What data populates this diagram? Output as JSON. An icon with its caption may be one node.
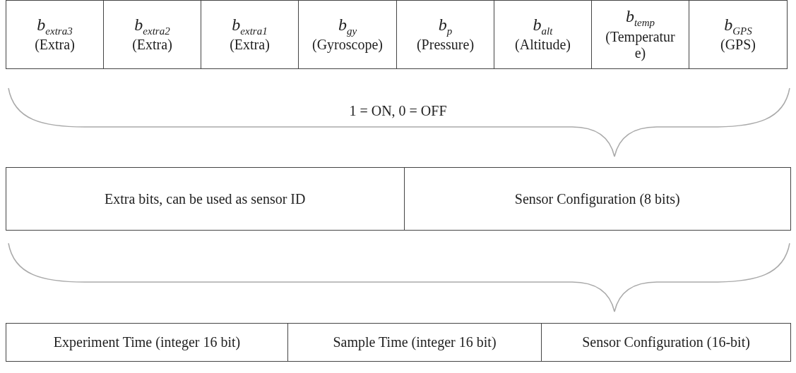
{
  "diagram": {
    "nodes": [
      {
        "text": [
          "b$_{extra3}$",
          "(Extra)"
        ]
      },
      {
        "text": [
          "b$_{extra2}$",
          "(Extra)"
        ]
      },
      {
        "text": [
          "b$_{extra1}$",
          "(Extra)"
        ]
      },
      {
        "text": [
          "b$_{gy}$",
          "(Gyroscope)"
        ]
      },
      {
        "text": [
          "b$_{p}$",
          "(Pressure)"
        ]
      },
      {
        "text": [
          "b$_{alt}$",
          "(Altitude)"
        ]
      },
      {
        "text": [
          "b$_{temp}$",
          "(Temperature)"
        ]
      },
      {
        "text": [
          "b$_{GPS}$",
          "(GPS)"
        ]
      },
      {
        "text": [
          "Extra bits, can be used as sensor ID"
        ]
      },
      {
        "text": [
          "Sensor Configuration (8 bits)"
        ]
      },
      {
        "text": [
          "Experiment Time (integer 16 bit)"
        ]
      },
      {
        "text": [
          "Sample Time (integer 16 bit)"
        ]
      },
      {
        "text": [
          "Sensor Configuration (16-bit)"
        ]
      }
    ],
    "labels": [
      "1 = ON, 0 = OFF"
    ]
  }
}
